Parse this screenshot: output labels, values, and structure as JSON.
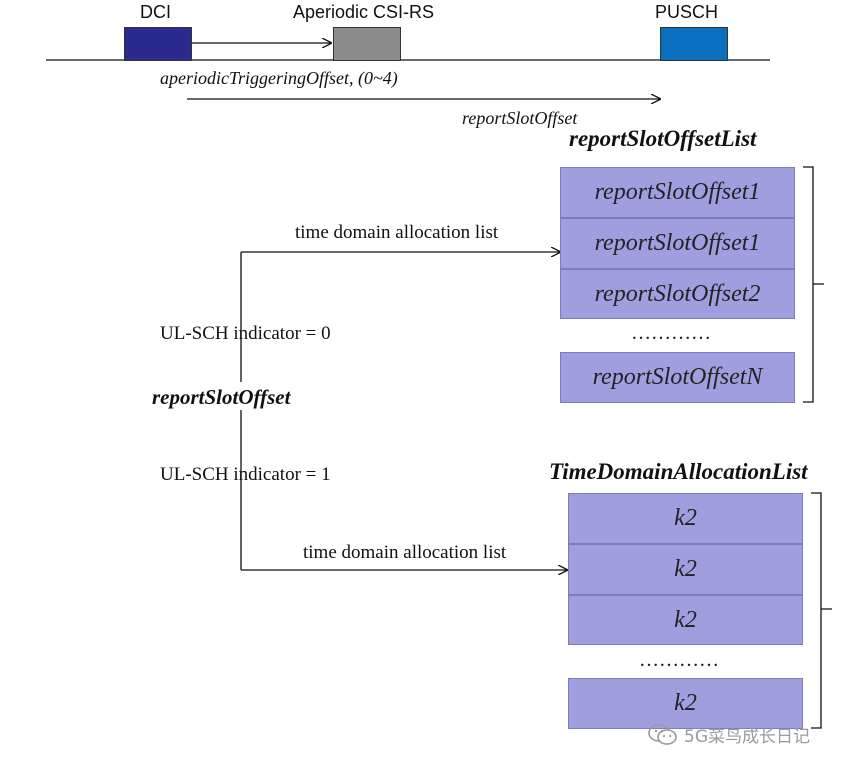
{
  "timeline": {
    "dci_label": "DCI",
    "csirs_label": "Aperiodic CSI-RS",
    "pusch_label": "PUSCH",
    "trigger_offset_label": "aperiodicTriggeringOffset, (0~4)",
    "report_slot_offset_label": "reportSlotOffset",
    "colors": {
      "dci": "#2b2b8f",
      "csirs": "#8c8c8c",
      "pusch": "#0b6fc0"
    }
  },
  "center": {
    "title": "reportSlotOffset",
    "ulsch0": "UL-SCH indicator = 0",
    "ulsch1": "UL-SCH indicator = 1",
    "tdal_upper": "time domain allocation list",
    "tdal_lower": "time domain allocation list"
  },
  "report_list": {
    "title": "reportSlotOffsetList",
    "items": [
      "reportSlotOffset1",
      "reportSlotOffset1",
      "reportSlotOffset2"
    ],
    "ellipsis": "…………",
    "last": "reportSlotOffsetN"
  },
  "tda_list": {
    "title": "TimeDomainAllocationList",
    "items": [
      "k2",
      "k2",
      "k2"
    ],
    "ellipsis": "…………",
    "last": "k2"
  },
  "watermark": {
    "text": "5G菜鸟成长日记",
    "icon": "wechat-icon"
  },
  "colors": {
    "cell_fill": "#9f9fe0",
    "cell_border": "#7c7cbf"
  }
}
